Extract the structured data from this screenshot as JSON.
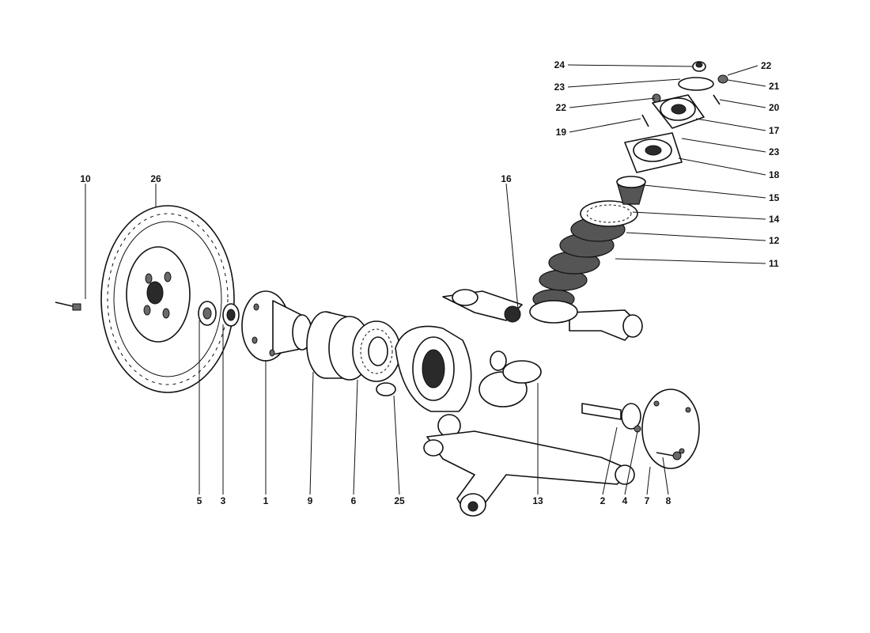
{
  "callouts": [
    {
      "label": "1"
    },
    {
      "label": "2"
    },
    {
      "label": "3"
    },
    {
      "label": "4"
    },
    {
      "label": "5"
    },
    {
      "label": "6"
    },
    {
      "label": "7"
    },
    {
      "label": "8"
    },
    {
      "label": "9"
    },
    {
      "label": "10"
    },
    {
      "label": "11"
    },
    {
      "label": "12"
    },
    {
      "label": "13"
    },
    {
      "label": "14"
    },
    {
      "label": "15"
    },
    {
      "label": "16"
    },
    {
      "label": "17"
    },
    {
      "label": "18"
    },
    {
      "label": "19"
    },
    {
      "label": "20"
    },
    {
      "label": "21"
    },
    {
      "label": "22"
    },
    {
      "label": "22"
    },
    {
      "label": "23"
    },
    {
      "label": "23"
    },
    {
      "label": "24"
    },
    {
      "label": "25"
    },
    {
      "label": "26"
    }
  ],
  "colors": {
    "ink": "#111111",
    "background": "#ffffff",
    "shade": "#555555"
  }
}
